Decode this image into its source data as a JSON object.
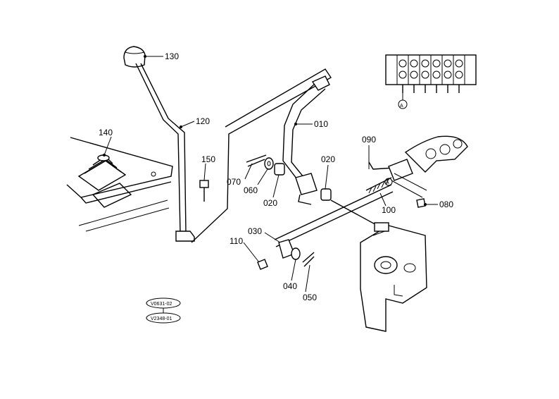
{
  "callouts": [
    {
      "id": "p130",
      "label": "130"
    },
    {
      "id": "p120",
      "label": "120"
    },
    {
      "id": "p140",
      "label": "140"
    },
    {
      "id": "p150",
      "label": "150"
    },
    {
      "id": "p010",
      "label": "010"
    },
    {
      "id": "p070",
      "label": "070"
    },
    {
      "id": "p060",
      "label": "060"
    },
    {
      "id": "p020a",
      "label": "020"
    },
    {
      "id": "p020b",
      "label": "020"
    },
    {
      "id": "p090",
      "label": "090"
    },
    {
      "id": "p100",
      "label": "100"
    },
    {
      "id": "p080",
      "label": "080"
    },
    {
      "id": "p030",
      "label": "030"
    },
    {
      "id": "p110",
      "label": "110"
    },
    {
      "id": "p040",
      "label": "040"
    },
    {
      "id": "p050",
      "label": "050"
    }
  ],
  "view_marker": "A",
  "references": [
    "V0631-02",
    "V2348-01"
  ]
}
